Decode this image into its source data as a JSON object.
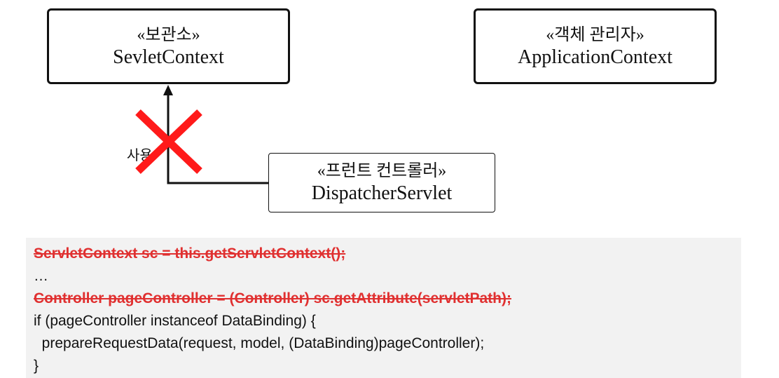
{
  "boxes": {
    "servlet_context": {
      "stereotype": "«보관소»",
      "name": "SevletContext"
    },
    "application_context": {
      "stereotype": "«객체 관리자»",
      "name": "ApplicationContext"
    },
    "dispatcher": {
      "stereotype": "«프런트 컨트롤러»",
      "name": "DispatcherServlet"
    }
  },
  "arrow_label": "사용",
  "code_lines": [
    "ServletContext sc = this.getServletContext();",
    "…",
    "Controller pageController = (Controller) sc.getAttribute(servletPath);",
    "if (pageController instanceof DataBinding) {",
    "  prepareRequestData(request, model, (DataBinding)pageController);",
    "}"
  ],
  "colors": {
    "cross": "#ff1a1a",
    "struck_text": "#e03030",
    "code_bg": "#f2f2f2"
  }
}
